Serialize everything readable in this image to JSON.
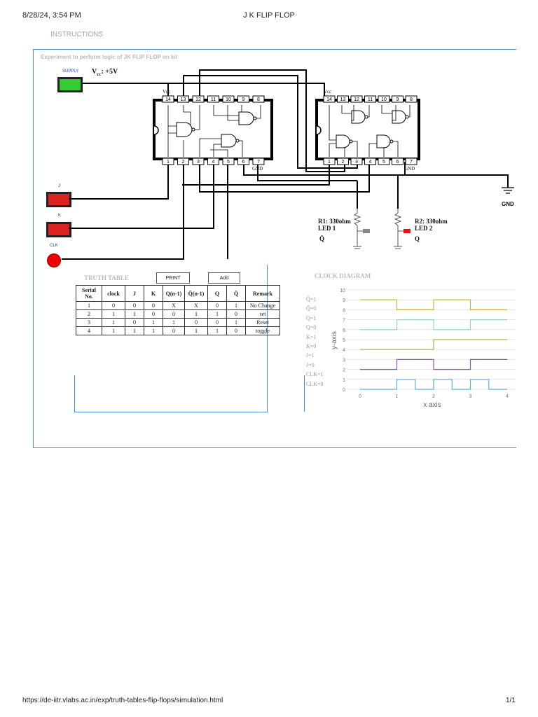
{
  "print_header": {
    "datetime": "8/28/24, 3:54 PM",
    "title": "J K FLIP FLOP"
  },
  "print_footer": {
    "url": "https://de-iitr.vlabs.ac.in/exp/truth-tables-flip-flops/simulation.html",
    "page": "1/1"
  },
  "tab": {
    "instructions": "INSTRUCTIONS"
  },
  "experiment_title": "Experiment to perform logic of JK FLIP FLOP on kit",
  "supply": {
    "label": "SUPPLY",
    "vcc_label": "V",
    "vcc_sub": "cc",
    "vcc_value": ": +5V"
  },
  "switches": {
    "j": "J",
    "k": "K",
    "clk": "CLK"
  },
  "ic": {
    "vcc": "Vcc",
    "gnd": "GND",
    "top_pins": [
      "14",
      "13",
      "12",
      "11",
      "10",
      "9",
      "8"
    ],
    "bottom_pins": [
      "1",
      "2",
      "3",
      "4",
      "5",
      "6",
      "7"
    ]
  },
  "ground_label": "GND",
  "r1": {
    "name": "R1: 330ohm",
    "led": "LED 1",
    "out": "Q̄"
  },
  "r2": {
    "name": "R2: 330ohm",
    "led": "LED 2",
    "out": "Q"
  },
  "truth_table": {
    "title": "TRUTH TABLE",
    "print_button": "PRINT",
    "add_button": "Add",
    "headers": [
      "Serial No.",
      "clock",
      "J",
      "K",
      "Q(n-1)",
      "Q̄(n-1)",
      "Q",
      "Q̄",
      "Remark"
    ],
    "rows": [
      [
        "1",
        "0",
        "0",
        "0",
        "X",
        "X",
        "0",
        "1",
        "No Change"
      ],
      [
        "2",
        "1",
        "1",
        "0",
        "0",
        "1",
        "1",
        "0",
        "set"
      ],
      [
        "3",
        "1",
        "0",
        "1",
        "1",
        "0",
        "0",
        "1",
        "Reset"
      ],
      [
        "4",
        "1",
        "1",
        "1",
        "0",
        "1",
        "1",
        "0",
        "toggle"
      ]
    ]
  },
  "clock_diagram": {
    "title": "CLOCK DIAGRAM",
    "signal_labels": [
      "Q̄=1",
      "Q̄=0",
      "Q=1",
      "Q=0",
      "K=1",
      "K=0",
      "J=1",
      "J=0",
      "CLK=1",
      "CLK=0"
    ],
    "colors": {
      "clk": "#5ab0d6",
      "j": "#8a5aa8",
      "k": "#9bbf3a",
      "q": "#8fd8c8",
      "qbar": "#c9b23a"
    }
  },
  "chart_data": {
    "type": "line",
    "xlabel": "x axis",
    "ylabel": "y-axis",
    "xlim": [
      0,
      4
    ],
    "ylim": [
      0,
      10
    ],
    "xticks": [
      "0",
      "1",
      "2",
      "3",
      "4"
    ],
    "yticks": [
      "0",
      "1",
      "2",
      "3",
      "4",
      "5",
      "6",
      "7",
      "8",
      "9",
      "10"
    ],
    "grid": true,
    "series": [
      {
        "x": [
          0,
          1,
          1,
          1.5,
          1.5,
          2,
          2,
          2.5,
          2.5,
          3,
          3,
          3.5,
          3.5,
          4
        ],
        "values": [
          0,
          0,
          1,
          1,
          0,
          0,
          1,
          1,
          0,
          0,
          1,
          1,
          0,
          0
        ],
        "color": "#5ab0d6"
      },
      {
        "x": [
          0,
          1,
          1,
          2,
          2,
          3,
          3,
          4
        ],
        "values": [
          2,
          2,
          3,
          3,
          2,
          2,
          3,
          3
        ],
        "color": "#8a5aa8"
      },
      {
        "x": [
          0,
          2,
          2,
          4
        ],
        "values": [
          4,
          4,
          5,
          5
        ],
        "color": "#9bbf3a"
      },
      {
        "x": [
          0,
          1,
          1,
          2,
          2,
          3,
          3,
          4
        ],
        "values": [
          6,
          6,
          7,
          7,
          6,
          6,
          7,
          7
        ],
        "color": "#8fd8c8"
      },
      {
        "x": [
          0,
          1,
          1,
          2,
          2,
          3,
          3,
          4
        ],
        "values": [
          9,
          9,
          8,
          8,
          9,
          9,
          8,
          8
        ],
        "color": "#c9b23a"
      }
    ]
  }
}
